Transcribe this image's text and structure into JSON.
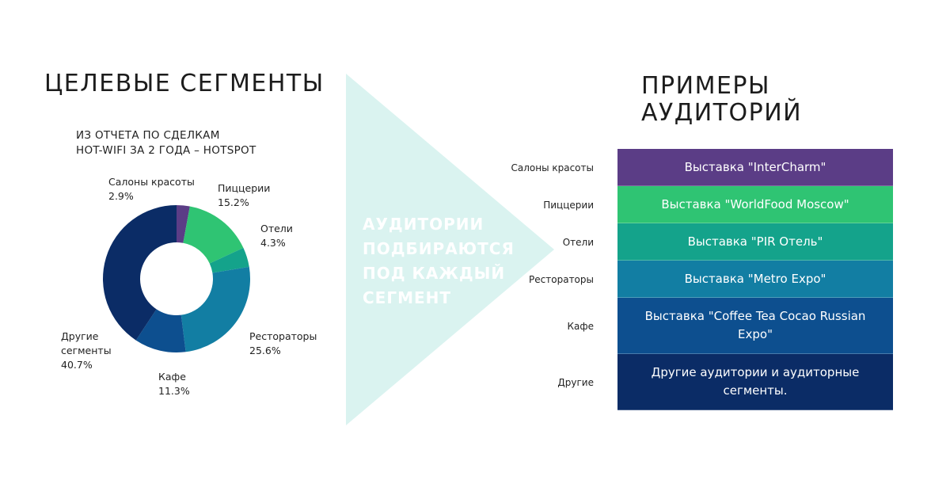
{
  "left": {
    "title": "ЦЕЛЕВЫЕ СЕГМЕНТЫ",
    "subtitle_line1": "ИЗ ОТЧЕТА ПО СДЕЛКАМ",
    "subtitle_line2": "HOT-WIFI ЗА 2 ГОДА – HOTSPOT"
  },
  "chart_data": {
    "type": "pie",
    "variant": "donut",
    "slices": [
      {
        "name": "Салоны красоты",
        "value": 2.9,
        "label": "2.9%",
        "color": "#5b3d86"
      },
      {
        "name": "Пиццерии",
        "value": 15.2,
        "label": "15.2%",
        "color": "#2fc473"
      },
      {
        "name": "Отели",
        "value": 4.3,
        "label": "4.3%",
        "color": "#14a38b"
      },
      {
        "name": "Ресторaторы",
        "value": 25.6,
        "label": "25.6%",
        "color": "#127ea3"
      },
      {
        "name": "Кафе",
        "value": 11.3,
        "label": "11.3%",
        "color": "#0d4f8f"
      },
      {
        "name": "Другие сегменты",
        "value": 40.7,
        "label": "40.7%",
        "color": "#0b2c66"
      }
    ]
  },
  "arrow": {
    "line1": "АУДИТОРИИ",
    "line2": "ПОДБИРАЮТСЯ",
    "line3": "ПОД КАЖДЫЙ",
    "line4": "СЕГМЕНТ",
    "color": "#daf3f0"
  },
  "right": {
    "title_line1": "ПРИМЕРЫ",
    "title_line2": "АУДИТОРИЙ",
    "rows": [
      {
        "segment": "Салоны красоты",
        "audience": "Выставка \"InterCharm\"",
        "color": "#5b3d86"
      },
      {
        "segment": "Пиццерии",
        "audience": "Выставка \"WorldFood Moscow\"",
        "color": "#2fc473"
      },
      {
        "segment": "Отели",
        "audience": "Выставка \"PIR Отель\"",
        "color": "#14a38b"
      },
      {
        "segment": "Ресторaторы",
        "audience": "Выставка \"Metro Expo\"",
        "color": "#127ea3"
      },
      {
        "segment": "Кафе",
        "audience": "Выставка \"Coffee Tea Cocao Russian Expo\"",
        "color": "#0d4f8f"
      },
      {
        "segment": "Другие",
        "audience": "Другие аудитории и аудиторные сегменты.",
        "color": "#0b2c66"
      }
    ]
  }
}
